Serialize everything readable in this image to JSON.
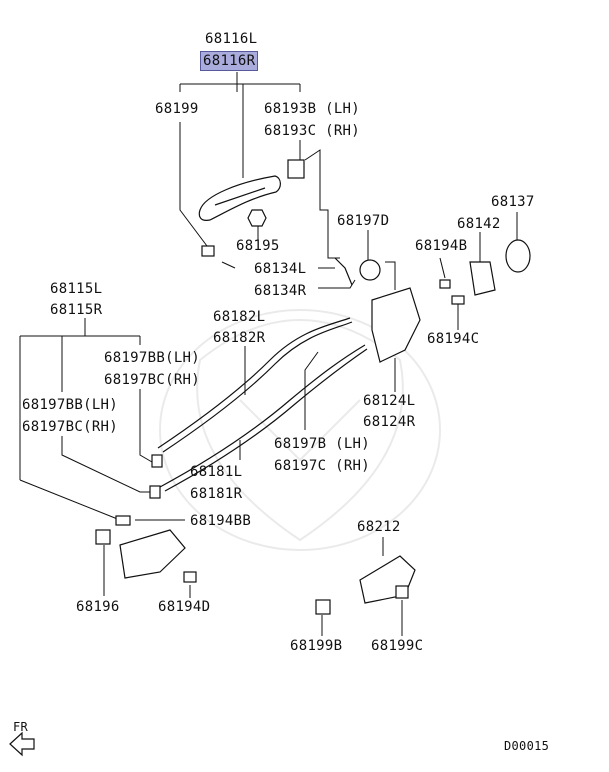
{
  "parts": {
    "p68116L": "68116L",
    "p68116R": "68116R",
    "p68199": "68199",
    "p68193B": "68193B (LH)",
    "p68193C": "68193C (RH)",
    "p68195": "68195",
    "p68197D": "68197D",
    "p68137": "68137",
    "p68142": "68142",
    "p68194B": "68194B",
    "p68134L": "68134L",
    "p68134R": "68134R",
    "p68194C": "68194C",
    "p68115L": "68115L",
    "p68115R": "68115R",
    "p68182L": "68182L",
    "p68182R": "68182R",
    "p68197BB_top": "68197BB(LH)",
    "p68197BC_top": "68197BC(RH)",
    "p68197BB_mid": "68197BB(LH)",
    "p68197BC_mid": "68197BC(RH)",
    "p68124L": "68124L",
    "p68124R": "68124R",
    "p68197B": "68197B (LH)",
    "p68197C": "68197C (RH)",
    "p68181L": "68181L",
    "p68181R": "68181R",
    "p68194BB": "68194BB",
    "p68212": "68212",
    "p68196": "68196",
    "p68194D": "68194D",
    "p68199B": "68199B",
    "p68199C": "68199C"
  },
  "footer": {
    "direction": "FR",
    "code": "D00015"
  },
  "highlight_color": "#a9acdc"
}
